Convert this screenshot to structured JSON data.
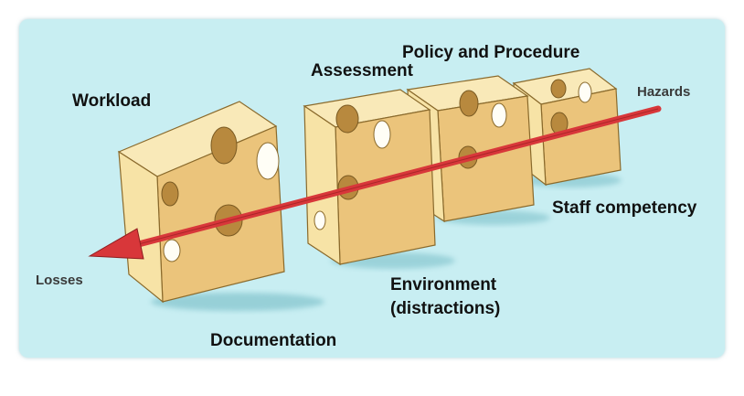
{
  "diagram": {
    "labels": {
      "workload": "Workload",
      "assessment": "Assessment",
      "policy": "Policy and Procedure",
      "hazards": "Hazards",
      "staff": "Staff competency",
      "environment_line1": "Environment",
      "environment_line2": "(distractions)",
      "documentation": "Documentation",
      "losses": "Losses"
    },
    "colors": {
      "background": "#c8eef2",
      "cheese_face": "#f7e3a6",
      "cheese_side": "#ebc47b",
      "cheese_top": "#f9e9b8",
      "arrow": "#d8373a"
    }
  }
}
